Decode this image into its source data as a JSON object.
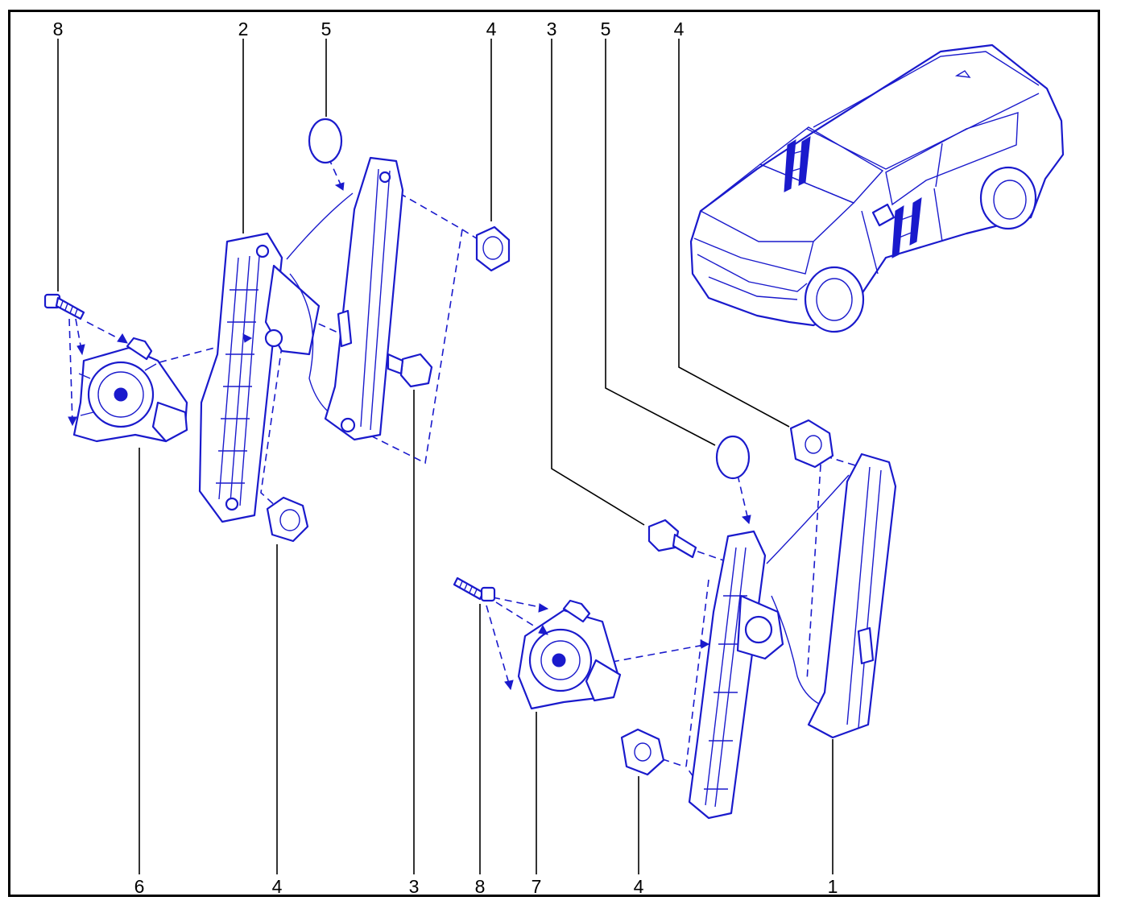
{
  "colors": {
    "ink": "#1a1acc",
    "label": "#000000",
    "frame": "#000000"
  },
  "callouts": {
    "top": [
      "8",
      "2",
      "5",
      "4",
      "3",
      "5",
      "4"
    ],
    "bottom": [
      "6",
      "4",
      "3",
      "8",
      "7",
      "4",
      "1"
    ]
  },
  "parts": [
    "rear-window-regulator",
    "front-window-regulator",
    "regulator-bolt",
    "regulator-nut",
    "access-hole-plug",
    "rear-motor",
    "front-motor",
    "motor-screw"
  ]
}
